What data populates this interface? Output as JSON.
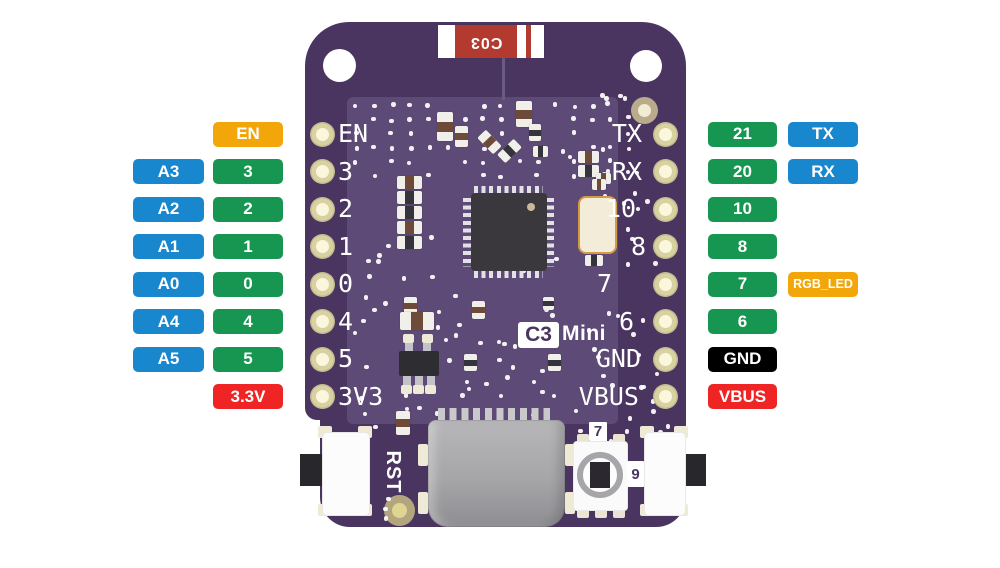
{
  "colors": {
    "green": "#169650",
    "blue": "#1887CE",
    "orange": "#F2A60A",
    "red": "#EE2524",
    "black": "#000000",
    "board_dark": "#4A3560",
    "board_light": "#5D4A76",
    "sticker_red": "#B23A2F",
    "pad_ring": "#D8D2A2",
    "pad_hole": "#FBF7DC"
  },
  "sticker": {
    "label": "C03"
  },
  "logo": {
    "box": "C3",
    "suffix": "Mini"
  },
  "buttons": {
    "reset_label": "RST"
  },
  "rgb_led": {
    "top_label": "7",
    "side_label": "9"
  },
  "pins": {
    "left": [
      {
        "silk": "EN",
        "badge": {
          "text": "EN",
          "color": "orange"
        },
        "alt": null
      },
      {
        "silk": "3",
        "badge": {
          "text": "3",
          "color": "green"
        },
        "alt": {
          "text": "A3",
          "color": "blue"
        }
      },
      {
        "silk": "2",
        "badge": {
          "text": "2",
          "color": "green"
        },
        "alt": {
          "text": "A2",
          "color": "blue"
        }
      },
      {
        "silk": "1",
        "badge": {
          "text": "1",
          "color": "green"
        },
        "alt": {
          "text": "A1",
          "color": "blue"
        }
      },
      {
        "silk": "0",
        "badge": {
          "text": "0",
          "color": "green"
        },
        "alt": {
          "text": "A0",
          "color": "blue"
        }
      },
      {
        "silk": "4",
        "badge": {
          "text": "4",
          "color": "green"
        },
        "alt": {
          "text": "A4",
          "color": "blue"
        }
      },
      {
        "silk": "5",
        "badge": {
          "text": "5",
          "color": "green"
        },
        "alt": {
          "text": "A5",
          "color": "blue"
        }
      },
      {
        "silk": "3V3",
        "badge": {
          "text": "3.3V",
          "color": "red"
        },
        "alt": null
      }
    ],
    "right": [
      {
        "silk": "TX",
        "badge": {
          "text": "21",
          "color": "green"
        },
        "alt": {
          "text": "TX",
          "color": "blue"
        }
      },
      {
        "silk": "RX",
        "badge": {
          "text": "20",
          "color": "green"
        },
        "alt": {
          "text": "RX",
          "color": "blue"
        }
      },
      {
        "silk": "10",
        "badge": {
          "text": "10",
          "color": "green"
        },
        "alt": null
      },
      {
        "silk": "8",
        "badge": {
          "text": "8",
          "color": "green"
        },
        "alt": null
      },
      {
        "silk": "7",
        "badge": {
          "text": "7",
          "color": "green"
        },
        "alt": {
          "text": "RGB_LED",
          "color": "orange"
        }
      },
      {
        "silk": "6",
        "badge": {
          "text": "6",
          "color": "green"
        },
        "alt": null
      },
      {
        "silk": "GND",
        "badge": {
          "text": "GND",
          "color": "black"
        },
        "alt": null
      },
      {
        "silk": "VBUS",
        "badge": {
          "text": "VBUS",
          "color": "red"
        },
        "alt": null
      }
    ]
  }
}
